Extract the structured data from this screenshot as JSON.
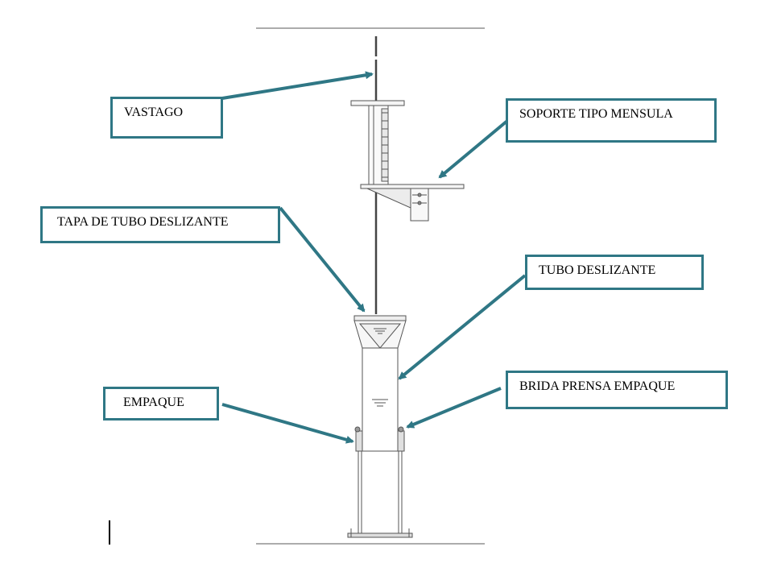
{
  "colors": {
    "callout": "#2f7785",
    "drawing": "#555555",
    "line": "#909090"
  },
  "labels": {
    "vastago": "VASTAGO",
    "soporte": "SOPORTE TIPO MENSULA",
    "tapa": "TAPA DE TUBO DESLIZANTE",
    "tubo": "TUBO DESLIZANTE",
    "empaque": "EMPAQUE",
    "brida": "BRIDA PRENSA EMPAQUE"
  }
}
